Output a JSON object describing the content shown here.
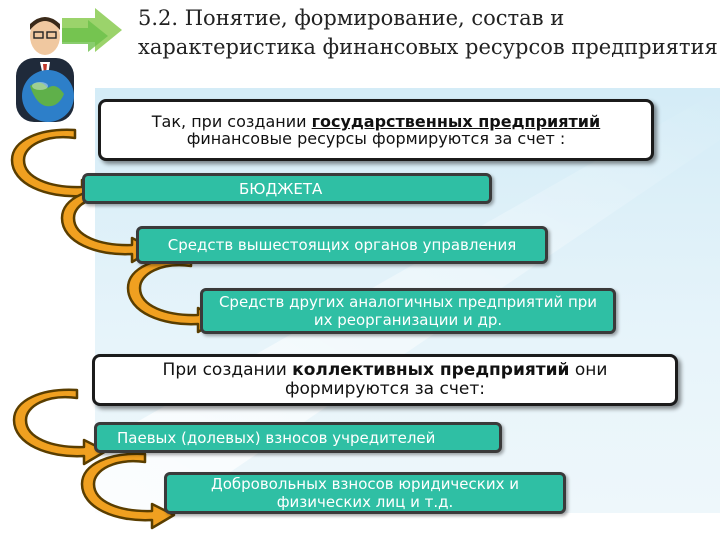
{
  "title": "5.2. Понятие, формирование, состав и характеристика финансовых ресурсов предприятия",
  "state_box": {
    "line1_prefix": "Так, при создании ",
    "line1_emph": "государственных предприятий",
    "line2": "финансовые ресурсы формируются за счет :"
  },
  "state_sources": [
    "БЮДЖЕТА",
    "Средств вышестоящих органов управления",
    "Средств других аналогичных предприятий при их реорганизации и др."
  ],
  "collective_box": {
    "prefix": "При создании ",
    "emph": "коллективных предприятий",
    "suffix": " они формируются за счет:"
  },
  "collective_sources": [
    "Паевых (долевых) взносов учредителей",
    "Добровольных взносов юридических и физических лиц и т.д."
  ],
  "colors": {
    "teal": "#2fbfa4",
    "arrow_orange": "#f0a020",
    "arrow_outline": "#5a3e00",
    "panel": "#d4ecf7"
  },
  "icons": [
    "businessman-globe-logo",
    "curved-arrow-icon"
  ]
}
